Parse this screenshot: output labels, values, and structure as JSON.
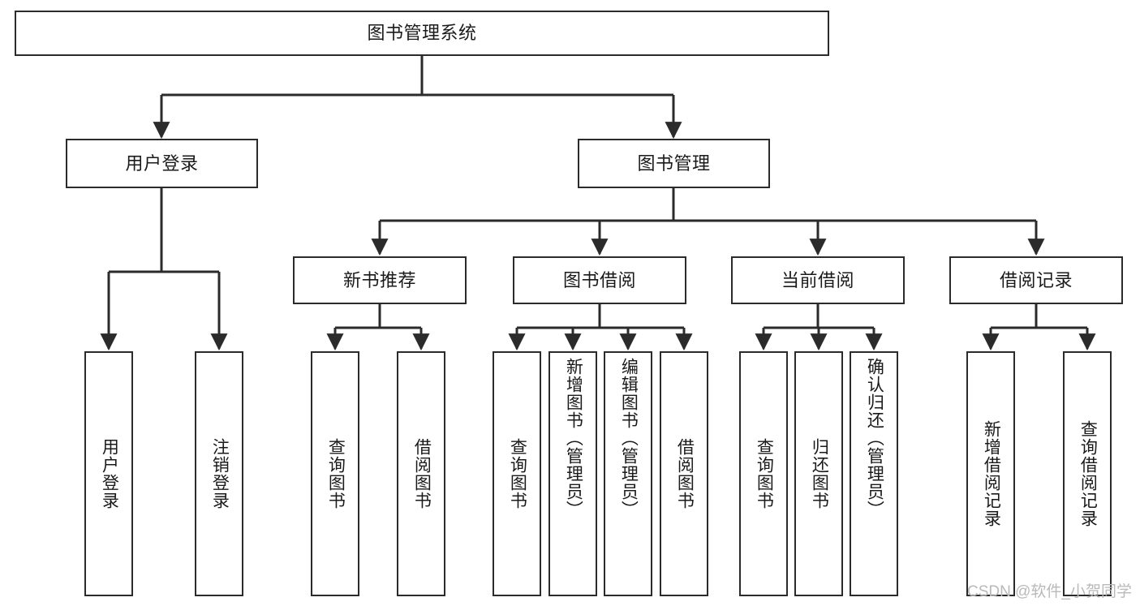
{
  "diagram": {
    "type": "tree-hierarchy-chart",
    "title_text": "图书管理系统",
    "stroke_color": "#2b2b2b",
    "fill_color": "#ffffff",
    "text_color": "#1a1a1a",
    "root": {
      "label": "图书管理系统"
    },
    "level2": [
      {
        "label": "用户登录"
      },
      {
        "label": "图书管理"
      }
    ],
    "level3": [
      {
        "label": "新书推荐"
      },
      {
        "label": "图书借阅"
      },
      {
        "label": "当前借阅"
      },
      {
        "label": "借阅记录"
      }
    ],
    "leaves": {
      "user_login": [
        {
          "label": "用户登录"
        },
        {
          "label": "注销登录"
        }
      ],
      "new_book_recommend": [
        {
          "label": "查询图书"
        },
        {
          "label": "借阅图书"
        }
      ],
      "book_borrow": [
        {
          "label": "查询图书"
        },
        {
          "label": "新增图书（管理员）"
        },
        {
          "label": "编辑图书（管理员）"
        },
        {
          "label": "借阅图书"
        }
      ],
      "current_borrow": [
        {
          "label": "查询图书"
        },
        {
          "label": "归还图书"
        },
        {
          "label": "确认归还（管理员）"
        }
      ],
      "borrow_record": [
        {
          "label": "新增借阅记录"
        },
        {
          "label": "查询借阅记录"
        }
      ]
    }
  },
  "watermark": {
    "text": "CSDN @软件_小贺同学",
    "color": "#b9b9b9"
  }
}
